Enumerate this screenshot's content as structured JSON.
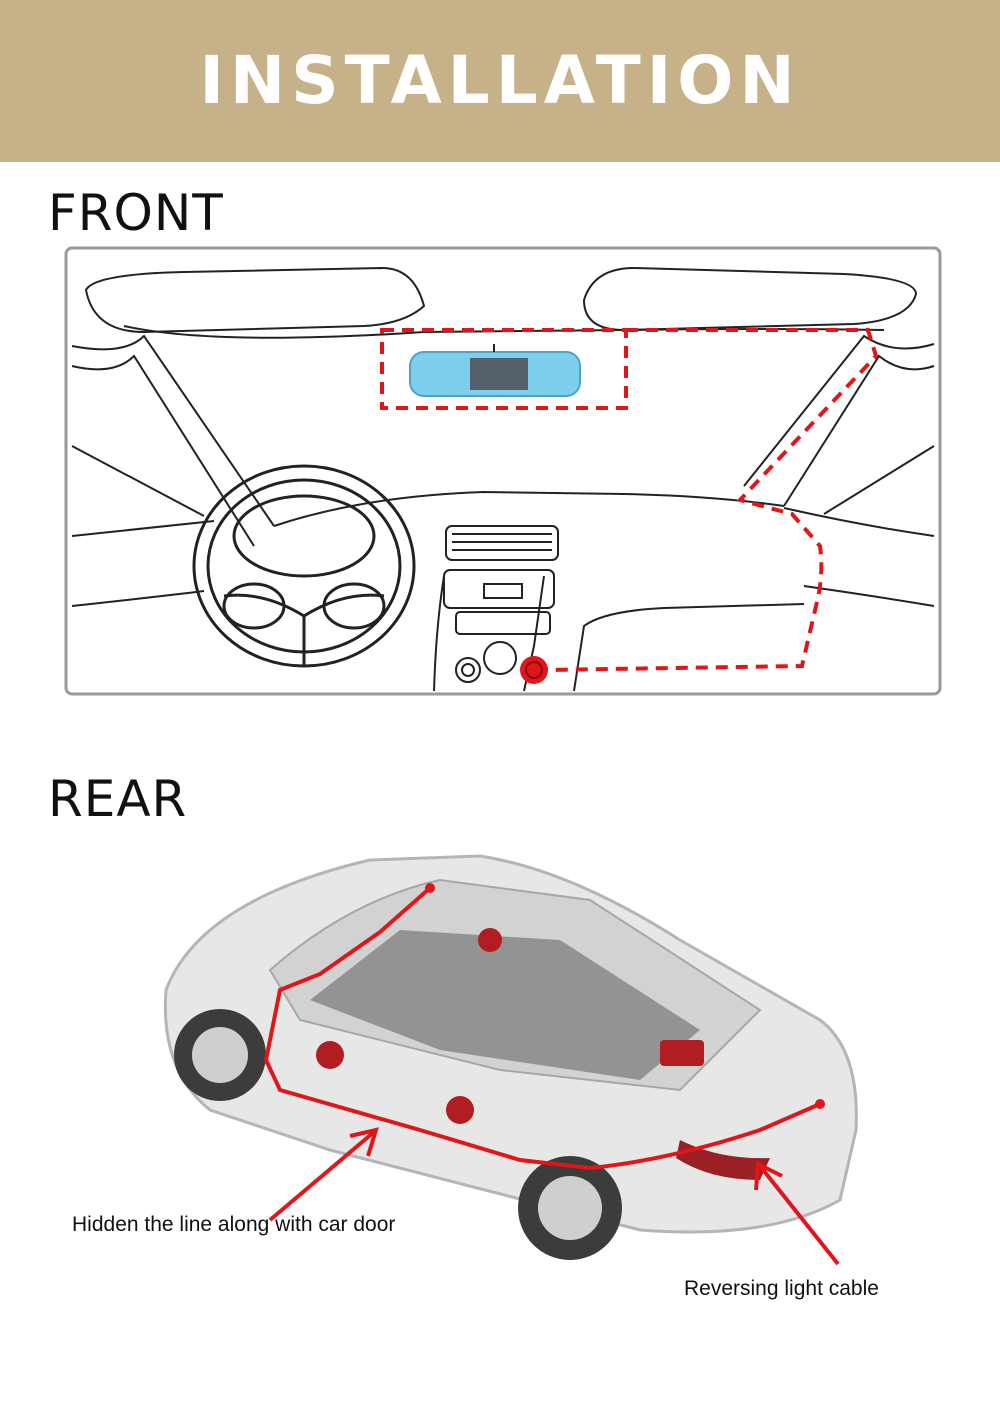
{
  "header": {
    "title": "INSTALLATION"
  },
  "sections": {
    "front": {
      "title": "FRONT"
    },
    "rear": {
      "title": "REAR"
    }
  },
  "callouts": {
    "door": "Hidden the line along with car door",
    "reversing": "Reversing light cable"
  },
  "colors": {
    "banner": "#c6b188",
    "cable_route": "#e0161b",
    "mirror_screen": "#7ecfee"
  },
  "icons": [
    "dashcam-mirror-icon",
    "steering-wheel-icon",
    "power-socket-icon",
    "car-cutaway-icon",
    "arrow-icon"
  ]
}
